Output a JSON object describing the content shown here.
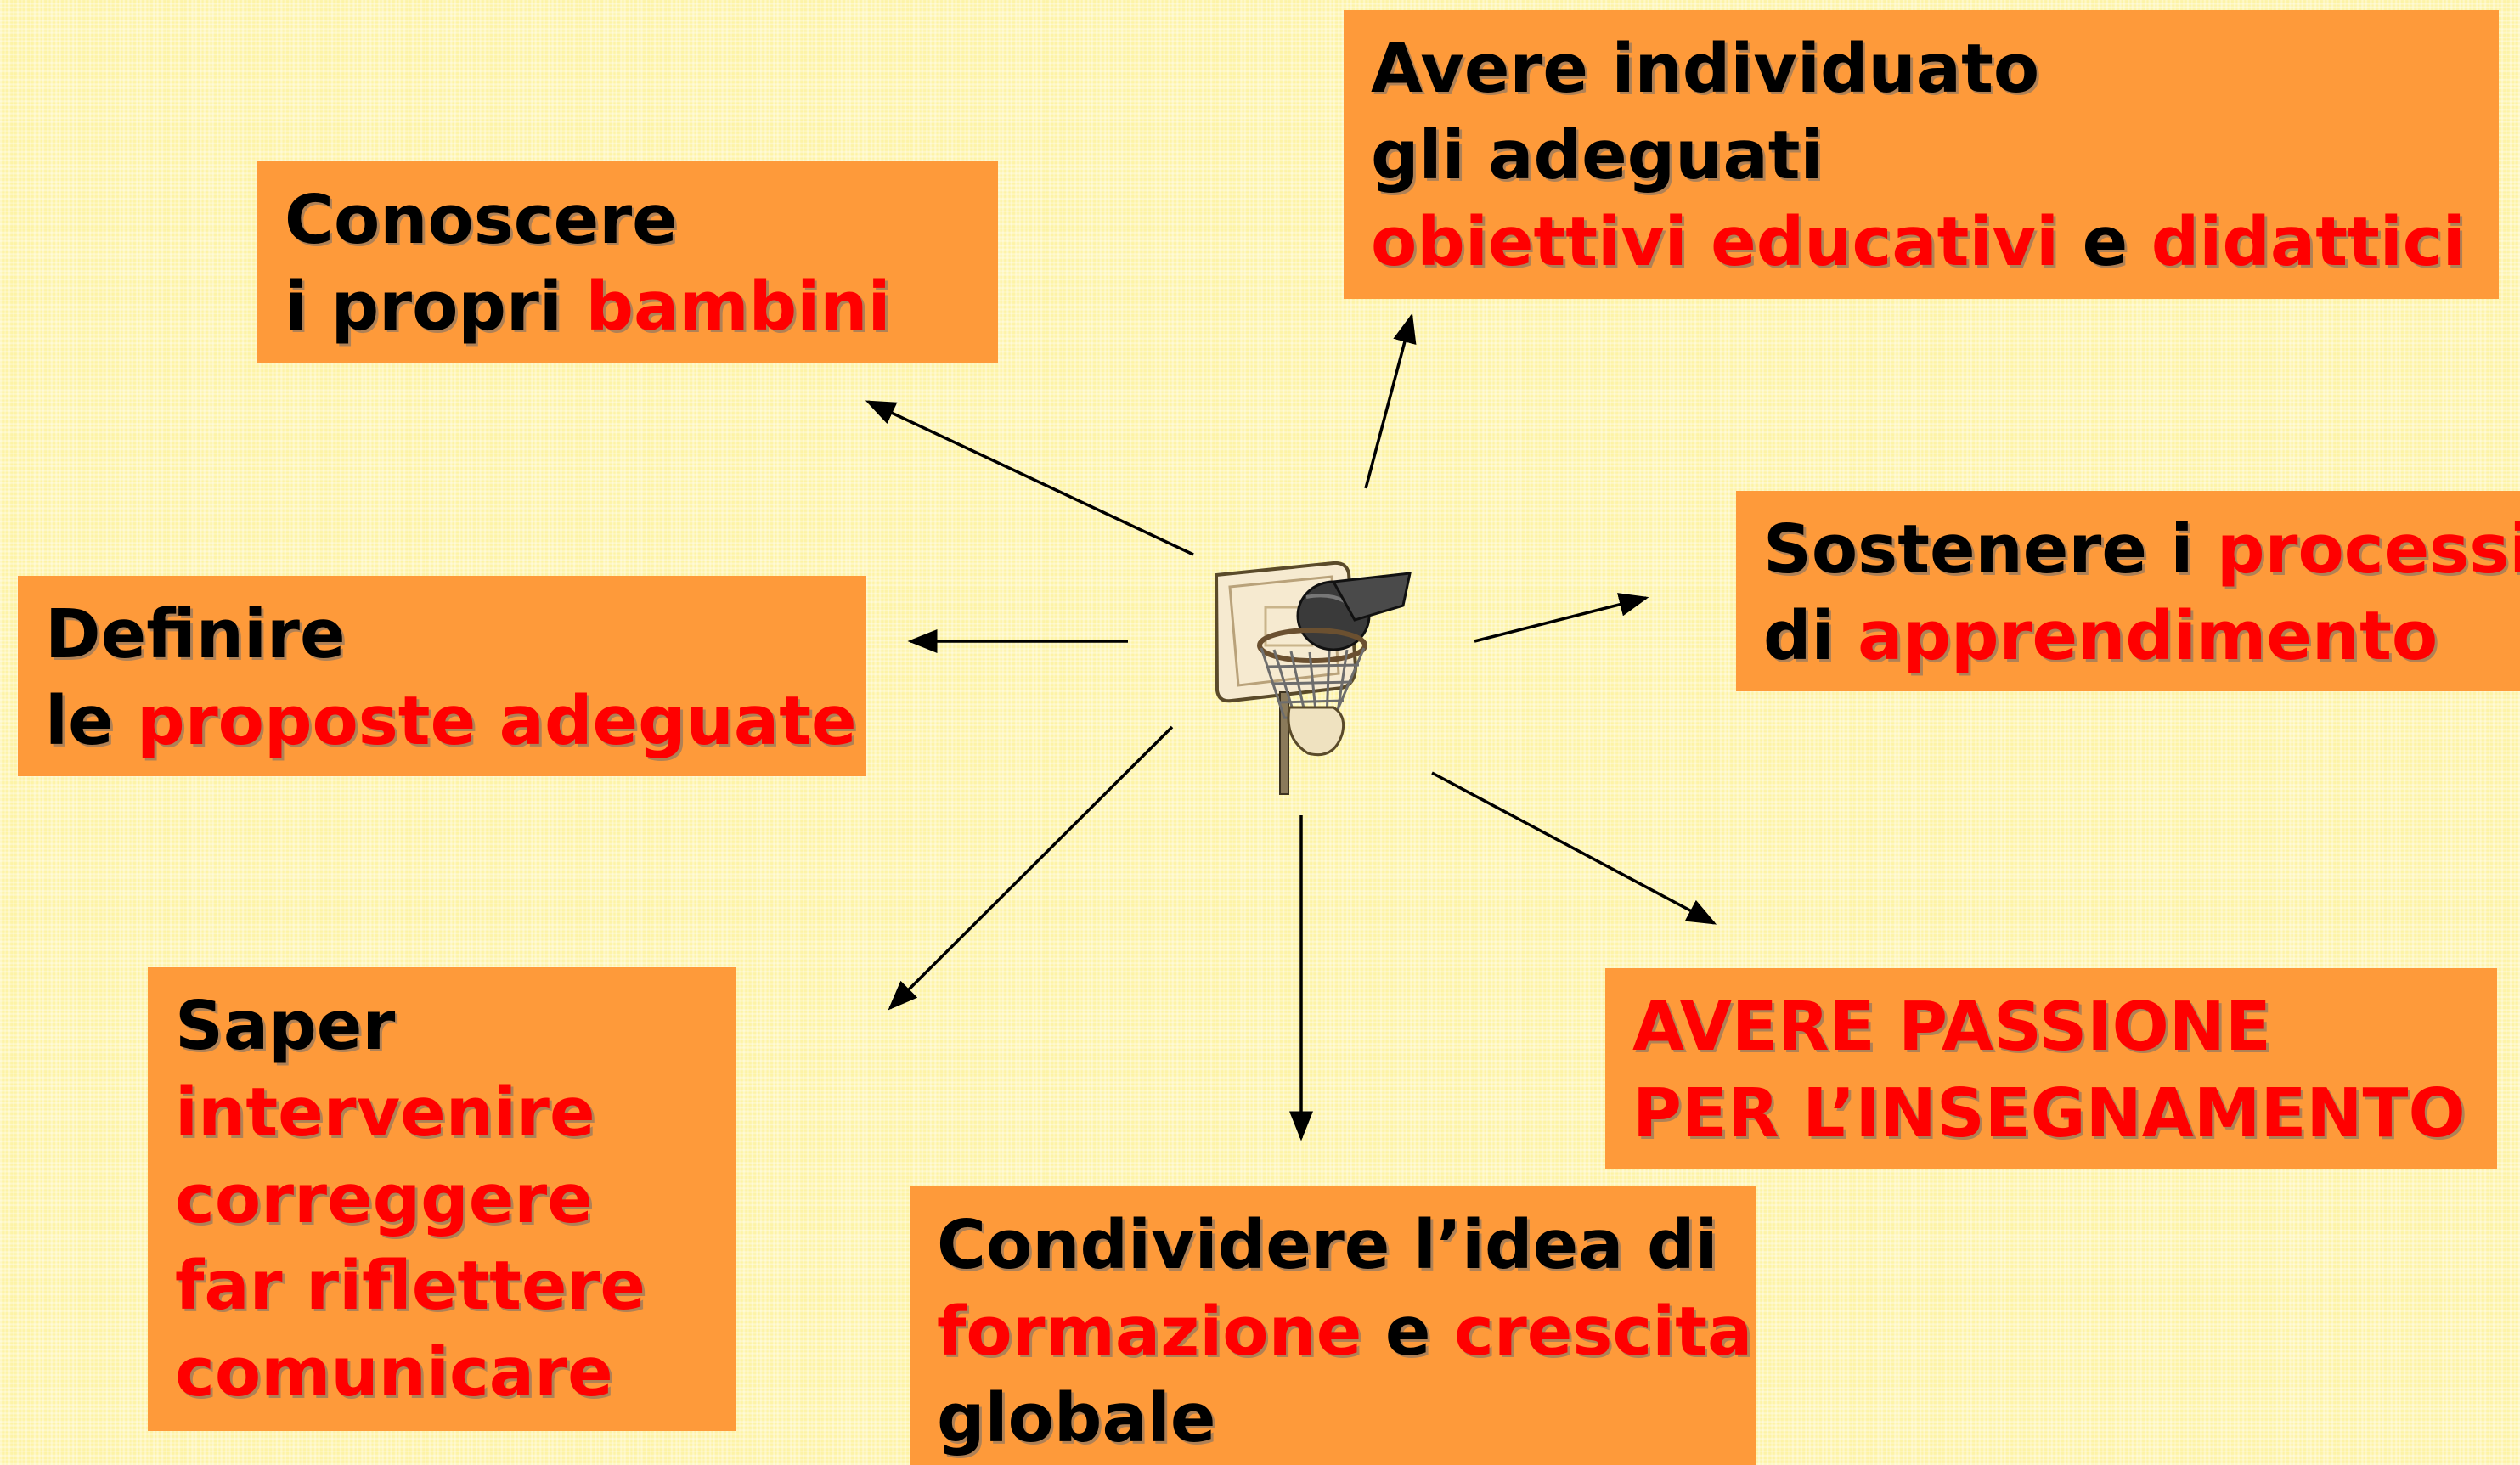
{
  "diagram": {
    "center": {
      "icon": "basketball-hoop-icon"
    },
    "boxes": [
      {
        "id": "conoscere",
        "lines": [
          [
            {
              "text": "Conoscere",
              "highlight": false
            }
          ],
          [
            {
              "text": "i propri ",
              "highlight": false
            },
            {
              "text": "bambini",
              "highlight": true
            }
          ]
        ]
      },
      {
        "id": "avere-obiettivi",
        "lines": [
          [
            {
              "text": "Avere individuato",
              "highlight": false
            }
          ],
          [
            {
              "text": "gli adeguati",
              "highlight": false
            }
          ],
          [
            {
              "text": "obiettivi educativi",
              "highlight": true
            },
            {
              "text": " e ",
              "highlight": false
            },
            {
              "text": "didattici",
              "highlight": true
            }
          ]
        ]
      },
      {
        "id": "sostenere",
        "lines": [
          [
            {
              "text": "Sostenere i ",
              "highlight": false
            },
            {
              "text": "processi",
              "highlight": true
            }
          ],
          [
            {
              "text": "di ",
              "highlight": false
            },
            {
              "text": "apprendimento",
              "highlight": true
            }
          ]
        ]
      },
      {
        "id": "definire",
        "lines": [
          [
            {
              "text": "Definire",
              "highlight": false
            }
          ],
          [
            {
              "text": "le ",
              "highlight": false
            },
            {
              "text": "proposte adeguate",
              "highlight": true
            }
          ]
        ]
      },
      {
        "id": "saper",
        "lines": [
          [
            {
              "text": "Saper",
              "highlight": false
            }
          ],
          [
            {
              "text": "intervenire",
              "highlight": true
            }
          ],
          [
            {
              "text": "correggere",
              "highlight": true
            }
          ],
          [
            {
              "text": "far riflettere",
              "highlight": true
            }
          ],
          [
            {
              "text": "comunicare",
              "highlight": true
            }
          ]
        ]
      },
      {
        "id": "passione",
        "lines": [
          [
            {
              "text": "AVERE PASSIONE",
              "highlight": true
            }
          ],
          [
            {
              "text": "PER L’INSEGNAMENTO",
              "highlight": true
            }
          ]
        ]
      },
      {
        "id": "condividere",
        "lines": [
          [
            {
              "text": "Condividere l’idea di",
              "highlight": false
            }
          ],
          [
            {
              "text": "formazione",
              "highlight": true
            },
            {
              "text": " e ",
              "highlight": false
            },
            {
              "text": "crescita",
              "highlight": true
            }
          ],
          [
            {
              "text": "globale",
              "highlight": false
            }
          ]
        ]
      }
    ]
  },
  "colors": {
    "background": "#fdf3a6",
    "box_fill": "#fe9a3a",
    "text": "#000000",
    "highlight": "#ff0000",
    "arrow": "#000000"
  }
}
